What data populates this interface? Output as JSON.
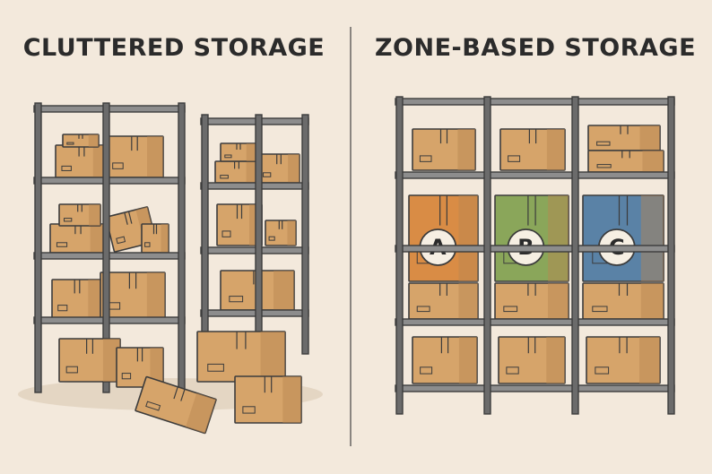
{
  "left_panel": {
    "title": "CLUTTERED STORAGE"
  },
  "right_panel": {
    "title": "ZONE-BASED STORAGE",
    "zones": [
      {
        "letter": "A",
        "color": "#d98c45"
      },
      {
        "letter": "B",
        "color": "#8aa65a"
      },
      {
        "letter": "C",
        "color": "#5a82a6"
      }
    ]
  },
  "colors": {
    "background": "#f3e9dc",
    "shelf_metal": "#6b6b6b",
    "box": "#d6a46a",
    "box_dark": "#b98550",
    "outline": "#3c3c3c"
  }
}
